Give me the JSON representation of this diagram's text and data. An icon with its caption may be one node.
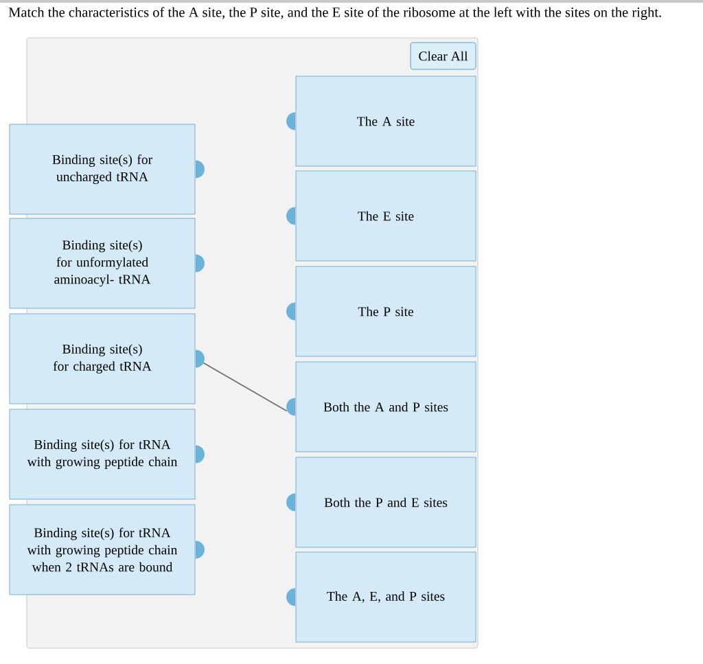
{
  "diagram": {
    "title": "Match the characteristics of the A site, the P site, and the E site of the ribosome at the left with the sites on the right.",
    "nodes": [
      {
        "text": [],
        "shape": "box"
      },
      {
        "text": [
          "Clear All"
        ],
        "in": 0
      },
      {
        "text": [
          "Binding site(s) for uncharged tRNA"
        ],
        "in": 0
      },
      {
        "text": [
          "Binding site(s) for unformylated aminoacyl- tRNA"
        ],
        "in": 0
      },
      {
        "text": [
          "Binding site(s) for charged tRNA"
        ],
        "in": 0
      },
      {
        "text": [
          "Binding site(s) for tRNA with growing peptide chain"
        ],
        "in": 0
      },
      {
        "text": [
          "Binding site(s) for tRNA with growing peptide chain when 2 tRNAs are bound"
        ],
        "in": 0
      },
      {
        "text": [
          "The A site"
        ],
        "in": 0
      },
      {
        "text": [
          "The E site"
        ],
        "in": 0
      },
      {
        "text": [
          "The P site"
        ],
        "in": 0
      },
      {
        "text": [
          "Both the A and P sites"
        ],
        "in": 0
      },
      {
        "text": [
          "Both the P and E sites"
        ],
        "in": 0
      },
      {
        "text": [
          "The A, E, and P sites"
        ],
        "in": 0
      }
    ],
    "edges": [
      {
        "from": 4,
        "to": 10,
        "arrow": "none"
      }
    ]
  }
}
